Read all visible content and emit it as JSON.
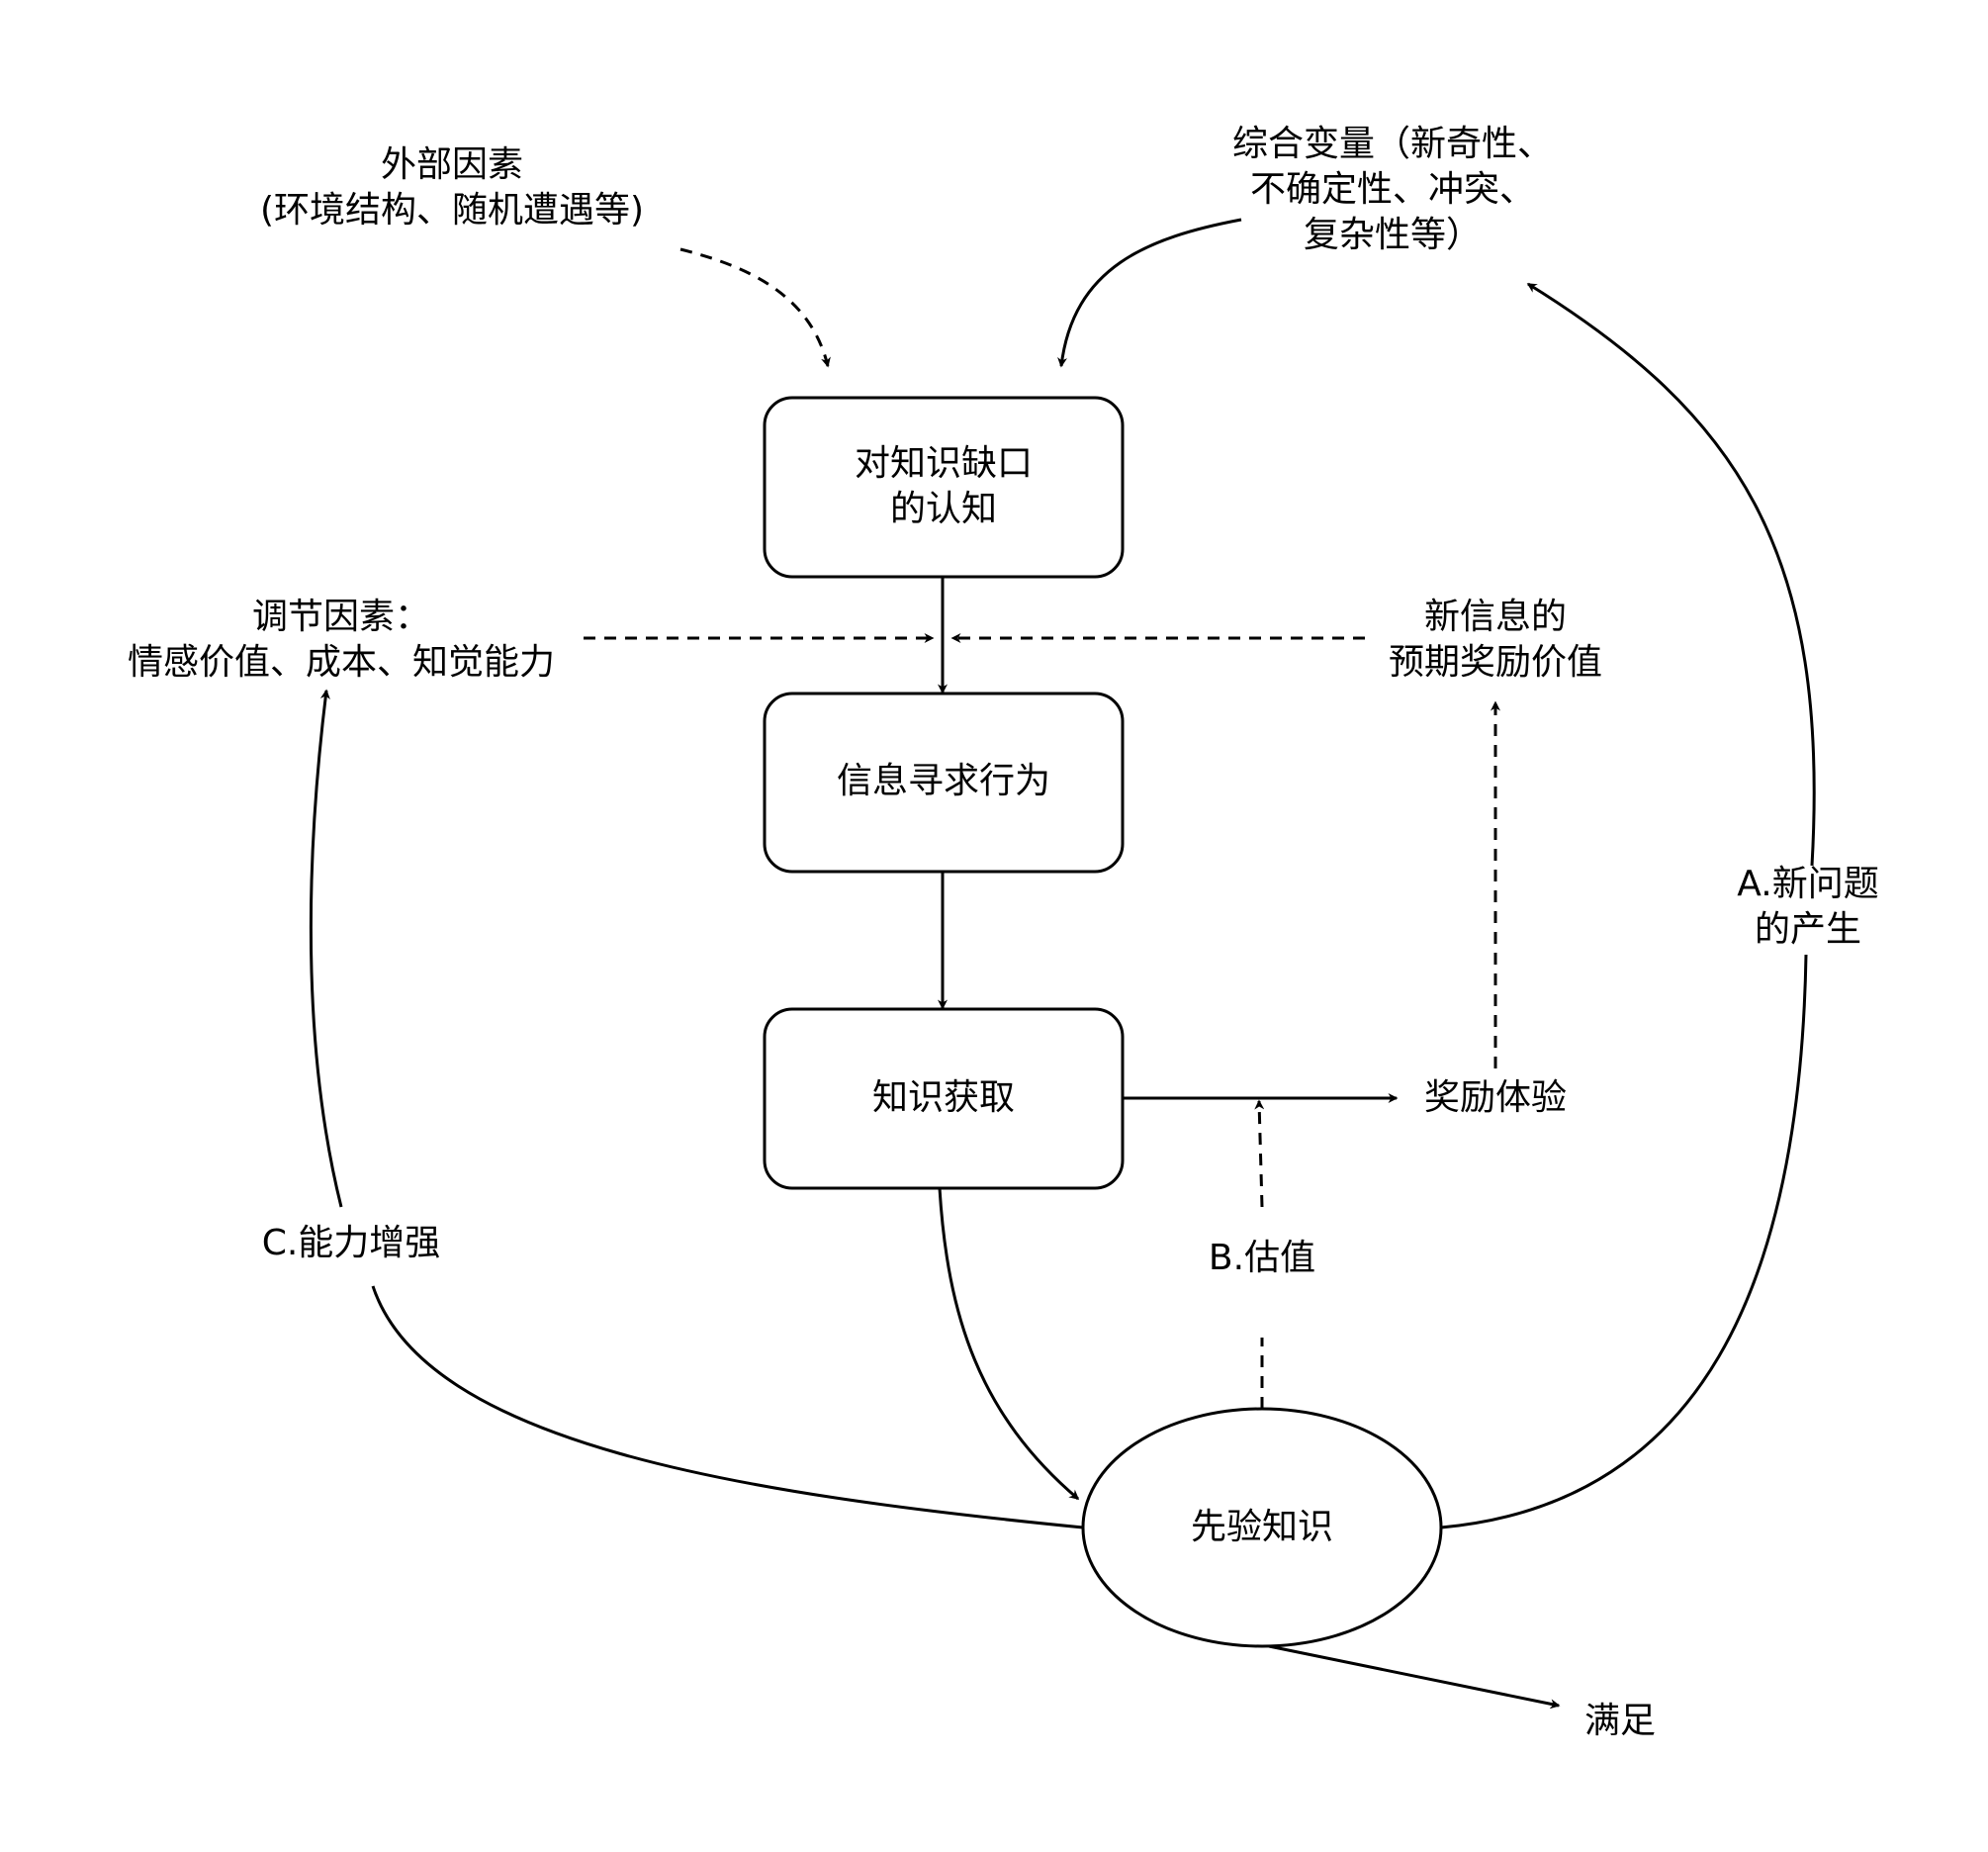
{
  "diagram": {
    "type": "flowchart",
    "nodes": {
      "gap": {
        "shape": "rounded-rect",
        "lines": [
          "对知识缺口",
          "的认知"
        ]
      },
      "seeking": {
        "shape": "rounded-rect",
        "lines": [
          "信息寻求行为"
        ]
      },
      "acquisition": {
        "shape": "rounded-rect",
        "lines": [
          "知识获取"
        ]
      },
      "prior": {
        "shape": "ellipse",
        "lines": [
          "先验知识"
        ]
      }
    },
    "labels": {
      "external": [
        "外部因素",
        "(环境结构、随机遭遇等)"
      ],
      "composite": [
        "综合变量（新奇性、",
        "不确定性、冲突、",
        "复杂性等）"
      ],
      "moderating": [
        "调节因素：",
        "情感价值、成本、知觉能力"
      ],
      "expected_reward": [
        "新信息的",
        "预期奖励价值"
      ],
      "reward_experience": [
        "奖励体验"
      ],
      "new_question": [
        "A.新问题",
        "的产生"
      ],
      "valuation": [
        "B.估值"
      ],
      "ability": [
        "C.能力增强"
      ],
      "satisfaction": [
        "满足"
      ]
    },
    "edges": [
      {
        "from": "external",
        "to": "gap",
        "style": "dashed"
      },
      {
        "from": "composite",
        "to": "gap",
        "style": "solid"
      },
      {
        "from": "gap",
        "to": "seeking",
        "style": "solid"
      },
      {
        "from": "moderating",
        "to": "gap-seeking-link",
        "style": "dashed"
      },
      {
        "from": "expected_reward",
        "to": "gap-seeking-link",
        "style": "dashed"
      },
      {
        "from": "seeking",
        "to": "acquisition",
        "style": "solid"
      },
      {
        "from": "acquisition",
        "to": "reward_experience",
        "style": "solid"
      },
      {
        "from": "reward_experience",
        "to": "expected_reward",
        "style": "dashed"
      },
      {
        "from": "prior",
        "to": "acquisition-reward-link",
        "style": "dashed",
        "label": "valuation"
      },
      {
        "from": "acquisition",
        "to": "prior",
        "style": "solid"
      },
      {
        "from": "prior",
        "to": "composite",
        "style": "solid",
        "label": "new_question"
      },
      {
        "from": "prior",
        "to": "moderating",
        "style": "solid",
        "label": "ability"
      },
      {
        "from": "prior",
        "to": "satisfaction",
        "style": "solid"
      }
    ]
  }
}
